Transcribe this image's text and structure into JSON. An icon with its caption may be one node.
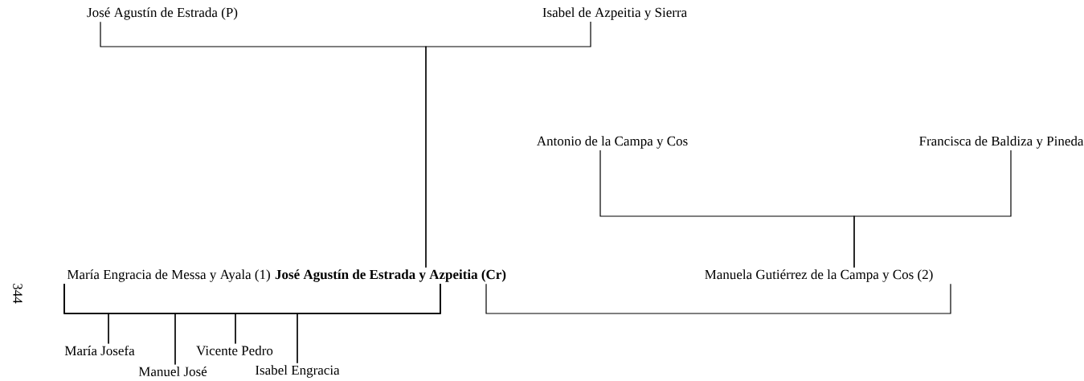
{
  "diagram": {
    "nodes": [
      {
        "text": [
          "José Agustín de Estrada (P)"
        ]
      },
      {
        "text": [
          "Isabel de Azpeitia y Sierra"
        ]
      },
      {
        "text": [
          "Antonio de la Campa y Cos"
        ]
      },
      {
        "text": [
          "Francisca de Baldiza y Pineda"
        ]
      },
      {
        "text": [
          "María Engracia de Messa y Ayala (1)"
        ]
      },
      {
        "text": [
          "José Agustín de Estrada y Azpeitia (Cr)"
        ]
      },
      {
        "text": [
          "Manuela Gutiérrez de la Campa y Cos (2)"
        ]
      },
      {
        "text": [
          "María Josefa"
        ]
      },
      {
        "text": [
          "Manuel José"
        ]
      },
      {
        "text": [
          "Vicente Pedro"
        ]
      },
      {
        "text": [
          "Isabel Engracia"
        ]
      }
    ],
    "edges": [
      {
        "from": 0,
        "to": 5,
        "arrow": "none"
      },
      {
        "from": 1,
        "to": 5,
        "arrow": "none"
      },
      {
        "from": 2,
        "to": 6,
        "arrow": "none"
      },
      {
        "from": 3,
        "to": 6,
        "arrow": "none"
      },
      {
        "from": 5,
        "to": 6,
        "arrow": "none"
      },
      {
        "from": 4,
        "to": 7,
        "arrow": "none"
      },
      {
        "from": 4,
        "to": 8,
        "arrow": "none"
      },
      {
        "from": 4,
        "to": 9,
        "arrow": "none"
      },
      {
        "from": 4,
        "to": 10,
        "arrow": "none"
      },
      {
        "from": 5,
        "to": 7,
        "arrow": "none"
      },
      {
        "from": 5,
        "to": 8,
        "arrow": "none"
      },
      {
        "from": 5,
        "to": 9,
        "arrow": "none"
      },
      {
        "from": 5,
        "to": 10,
        "arrow": "none"
      }
    ],
    "labels": [
      "344"
    ]
  }
}
